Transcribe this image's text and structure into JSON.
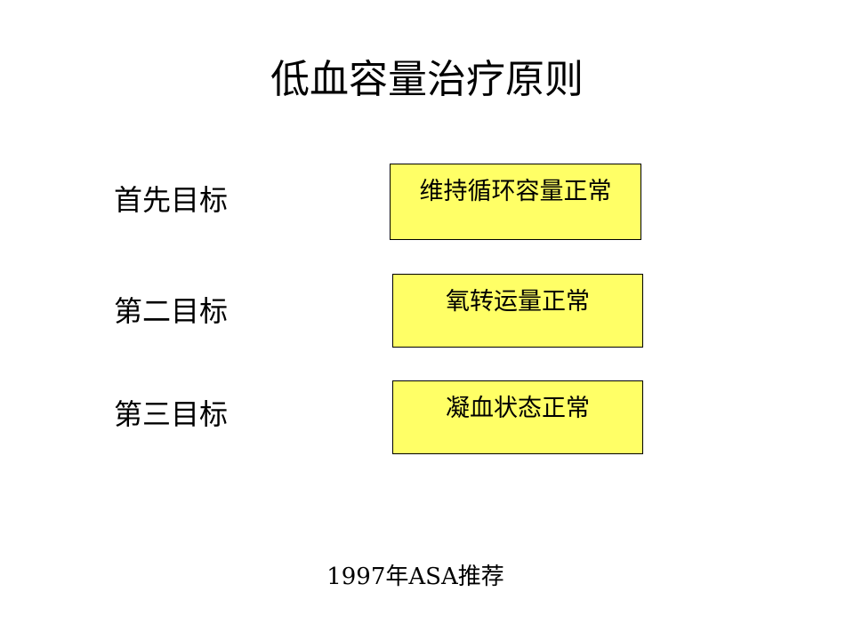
{
  "slide": {
    "title": "低血容量治疗原则",
    "goals": [
      {
        "label": "首先目标",
        "text": "维持循环容量正常"
      },
      {
        "label": "第二目标",
        "text": "氧转运量正常"
      },
      {
        "label": "第三目标",
        "text": "凝血状态正常"
      }
    ],
    "footnote": "1997年ASA推荐"
  },
  "colors": {
    "box_fill": "#ffff66",
    "box_border": "#000000",
    "background": "#ffffff",
    "text": "#000000"
  }
}
